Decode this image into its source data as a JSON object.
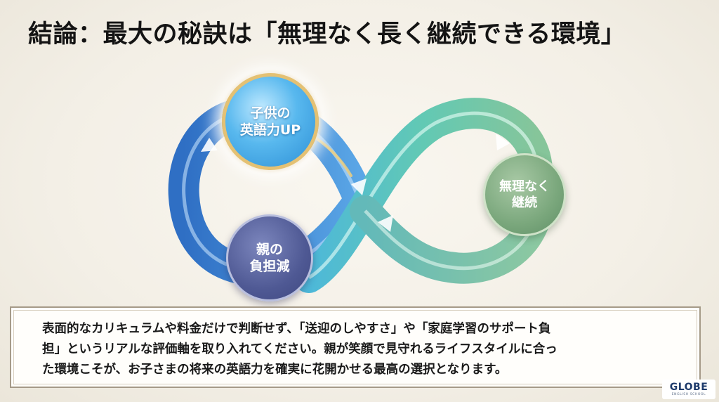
{
  "title": "結論：最大の秘訣は「無理なく長く継続できる環境」",
  "nodes": {
    "child_english": "子供の\n英語力UP",
    "sustainable": "無理なく\n継続",
    "parent_burden": "親の\n負担減"
  },
  "message": {
    "lines": [
      "表面的なカリキュラムや料金だけで判断せず、「送迎のしやすさ」や「家庭学習のサポート負",
      "担」というリアルな評価軸を取り入れてください。親が笑顔で見守れるライフスタイルに合っ",
      "た環境こそが、お子さまの将来の英語力を確実に花開かせる最高の選択となります。"
    ]
  },
  "logo": {
    "wordmark": "GLOBE",
    "subtitle": "ENGLISH SCHOOL"
  },
  "colors": {
    "loop_blue": "#3f84cf",
    "loop_teal": "#5fc6b2",
    "loop_green": "#7fbf98",
    "gold_ring": "#e4c173",
    "parent_node": "#4f5994",
    "continue_node": "#7aa77c"
  }
}
